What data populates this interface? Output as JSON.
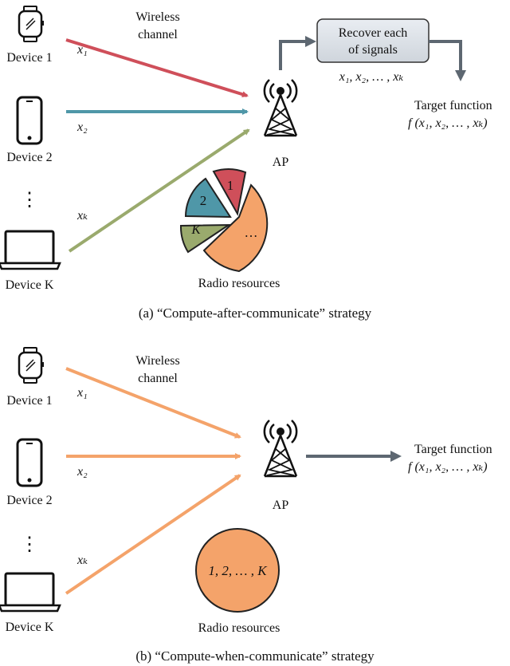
{
  "panel_a": {
    "devices": [
      {
        "label": "Device 1",
        "signal": "x₁"
      },
      {
        "label": "Device 2",
        "signal": "x₂"
      },
      {
        "label": "Device K",
        "signal": "xₖ"
      }
    ],
    "ellipsis": "⋮",
    "wireless_channel_line1": "Wireless",
    "wireless_channel_line2": "channel",
    "recover_box_line1": "Recover each",
    "recover_box_line2": "of signals",
    "recovered_signals": "x₁, x₂, … , xₖ",
    "ap_label": "AP",
    "target_line1": "Target function",
    "target_line2": "f (x₁, x₂, … , xₖ)",
    "pie_labels": [
      "1",
      "2",
      "K",
      "…"
    ],
    "radio_resources": "Radio resources",
    "caption": "(a)  “Compute-after-communicate” strategy",
    "colors": {
      "device1": "#cf4f5a",
      "device2": "#4f97a8",
      "deviceK": "#9aaa6d",
      "pie_main": "#f4a36a",
      "arrow_gray": "#5d6771"
    }
  },
  "panel_b": {
    "devices": [
      {
        "label": "Device 1",
        "signal": "x₁"
      },
      {
        "label": "Device 2",
        "signal": "x₂"
      },
      {
        "label": "Device K",
        "signal": "xₖ"
      }
    ],
    "ellipsis": "⋮",
    "wireless_channel_line1": "Wireless",
    "wireless_channel_line2": "channel",
    "ap_label": "AP",
    "target_line1": "Target function",
    "target_line2": "f (x₁, x₂, … , xₖ)",
    "circle_label": "1, 2, … , K",
    "radio_resources": "Radio resources",
    "caption": "(b)  “Compute-when-communicate” strategy",
    "colors": {
      "arrows": "#f4a36a",
      "circle": "#f4a36a",
      "arrow_gray": "#5d6771"
    }
  }
}
